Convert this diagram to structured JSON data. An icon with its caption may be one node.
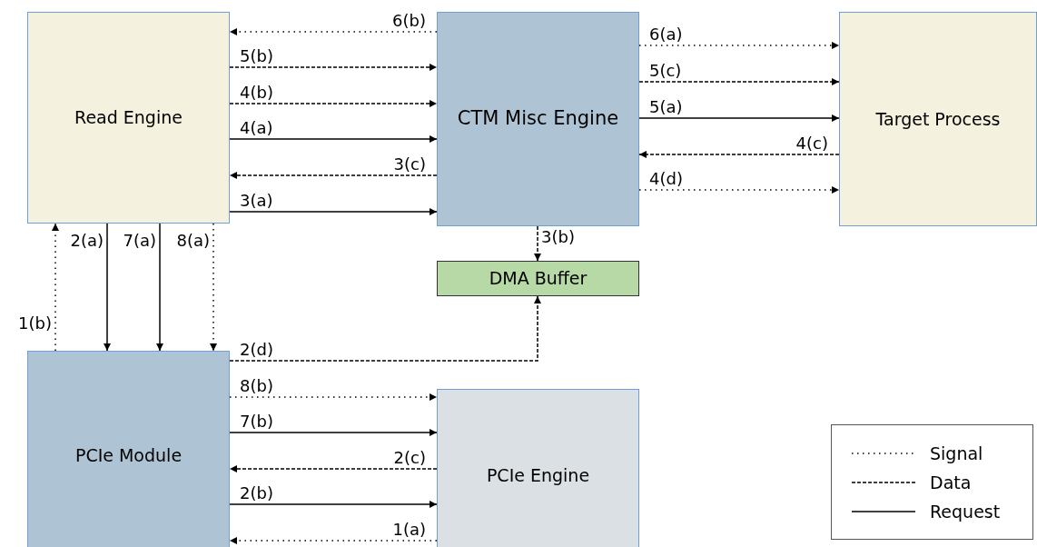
{
  "diagram": {
    "nodes": [
      {
        "text": [
          "Read Engine"
        ]
      },
      {
        "text": [
          "CTM Misc Engine"
        ]
      },
      {
        "text": [
          "Target Process"
        ]
      },
      {
        "text": [
          "DMA Buffer"
        ]
      },
      {
        "text": [
          "PCIe Module"
        ]
      },
      {
        "text": [
          "PCIe Engine"
        ]
      }
    ],
    "edges": [
      {
        "from": 1,
        "to": 0,
        "arrow": "to",
        "label": "6(b)",
        "style": "dashed"
      },
      {
        "from": 0,
        "to": 1,
        "arrow": "to",
        "label": "5(b)",
        "style": "dashed"
      },
      {
        "from": 0,
        "to": 1,
        "arrow": "to",
        "label": "4(b)",
        "style": "dashed"
      },
      {
        "from": 0,
        "to": 1,
        "arrow": "to",
        "label": "4(a)"
      },
      {
        "from": 1,
        "to": 0,
        "arrow": "to",
        "label": "3(c)",
        "style": "dashed"
      },
      {
        "from": 0,
        "to": 1,
        "arrow": "to",
        "label": "3(a)"
      },
      {
        "from": 1,
        "to": 2,
        "arrow": "to",
        "label": "6(a)",
        "style": "dashed"
      },
      {
        "from": 1,
        "to": 2,
        "arrow": "to",
        "label": "5(c)",
        "style": "dashed"
      },
      {
        "from": 1,
        "to": 2,
        "arrow": "to",
        "label": "5(a)"
      },
      {
        "from": 2,
        "to": 1,
        "arrow": "to",
        "label": "4(c)",
        "style": "dashed"
      },
      {
        "from": 1,
        "to": 2,
        "arrow": "to",
        "label": "4(d)",
        "style": "dashed"
      },
      {
        "from": 1,
        "to": 3,
        "arrow": "to",
        "label": "3(b)",
        "style": "dashed"
      },
      {
        "from": 4,
        "to": 0,
        "arrow": "to",
        "label": "1(b)",
        "style": "dashed"
      },
      {
        "from": 0,
        "to": 4,
        "arrow": "to",
        "label": "2(a)"
      },
      {
        "from": 0,
        "to": 4,
        "arrow": "to",
        "label": "7(a)"
      },
      {
        "from": 0,
        "to": 4,
        "arrow": "to",
        "label": "8(a)",
        "style": "dashed"
      },
      {
        "from": 4,
        "to": 3,
        "arrow": "to",
        "label": "2(d)",
        "style": "dashed"
      },
      {
        "from": 4,
        "to": 5,
        "arrow": "to",
        "label": "8(b)",
        "style": "dashed"
      },
      {
        "from": 4,
        "to": 5,
        "arrow": "to",
        "label": "7(b)"
      },
      {
        "from": 5,
        "to": 4,
        "arrow": "to",
        "label": "2(c)",
        "style": "dashed"
      },
      {
        "from": 4,
        "to": 5,
        "arrow": "to",
        "label": "2(b)"
      },
      {
        "from": 5,
        "to": 4,
        "arrow": "to",
        "label": "1(a)",
        "style": "dashed"
      }
    ],
    "legend": [
      {
        "text": "Signal"
      },
      {
        "text": "Data"
      },
      {
        "text": "Request"
      }
    ]
  }
}
